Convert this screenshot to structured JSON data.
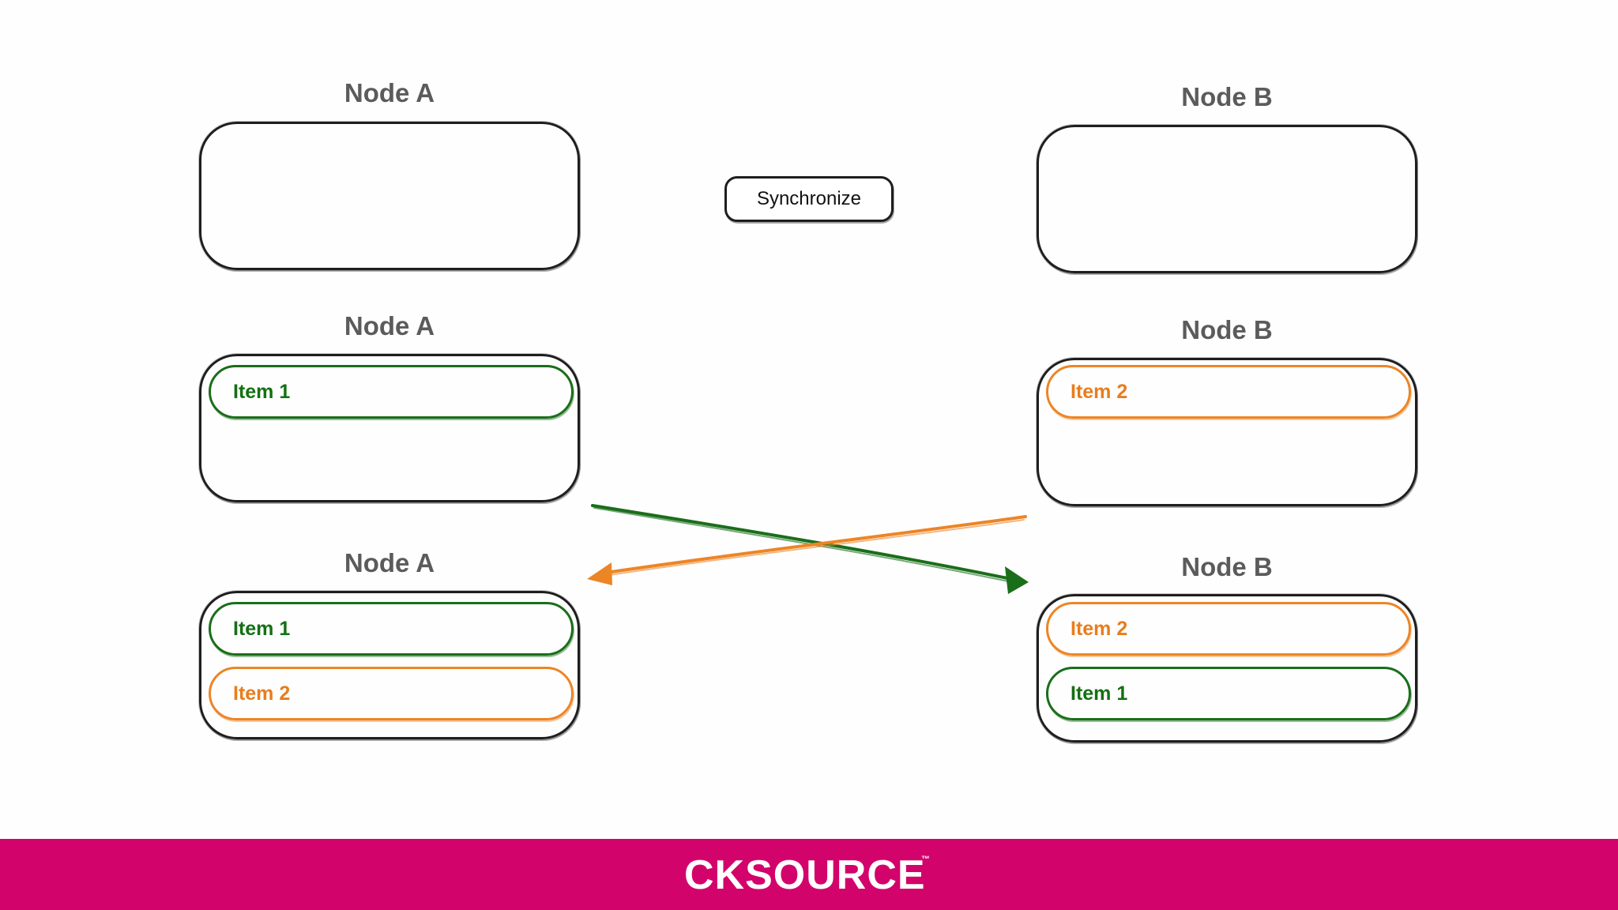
{
  "diagram": {
    "sync_button_label": "Synchronize",
    "rows": [
      {
        "node_a": {
          "title": "Node A",
          "items": []
        },
        "node_b": {
          "title": "Node B",
          "items": []
        }
      },
      {
        "node_a": {
          "title": "Node A",
          "items": [
            {
              "label": "Item 1",
              "color": "green"
            }
          ]
        },
        "node_b": {
          "title": "Node B",
          "items": [
            {
              "label": "Item 2",
              "color": "orange"
            }
          ]
        }
      },
      {
        "node_a": {
          "title": "Node A",
          "items": [
            {
              "label": "Item 1",
              "color": "green"
            },
            {
              "label": "Item 2",
              "color": "orange"
            }
          ]
        },
        "node_b": {
          "title": "Node B",
          "items": [
            {
              "label": "Item 2",
              "color": "orange"
            },
            {
              "label": "Item 1",
              "color": "green"
            }
          ]
        }
      }
    ],
    "arrows": [
      {
        "from": "node-a",
        "to": "node-b",
        "color": "#1a6e1a"
      },
      {
        "from": "node-b",
        "to": "node-a",
        "color": "#ec8526"
      }
    ]
  },
  "colors": {
    "green": "#1a6e1a",
    "orange": "#ec8526",
    "brand": "#d3036c",
    "title_gray": "#5b5b5b"
  },
  "footer": {
    "logo_text": "CKSOURCE",
    "trademark": "™"
  }
}
